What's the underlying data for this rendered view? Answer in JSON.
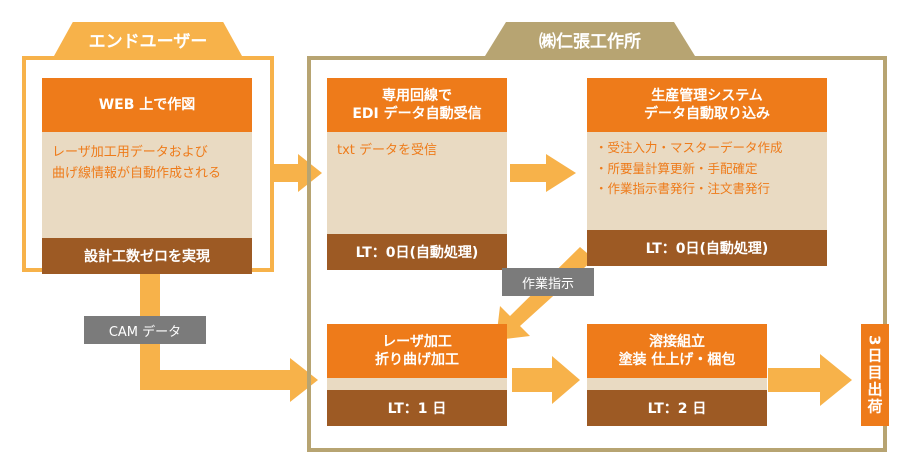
{
  "colors": {
    "orange": "#EE7B1A",
    "light_orange": "#F7B24A",
    "brown": "#9D5A24",
    "beige": "#E9DAC2",
    "khaki": "#B7A472",
    "gray": "#7B7B7B"
  },
  "sections": {
    "end_user": "エンドユーザー",
    "company": "㈱仁張工作所"
  },
  "boxes": {
    "web": {
      "title": "WEB 上で作図",
      "body": "レーザ加工用データおよび\n曲げ線情報が自動作成される",
      "footer": "設計工数ゼロを実現"
    },
    "edi": {
      "title": "専用回線で\nEDI データ自動受信",
      "body": "txt データを受信",
      "footer": "LT：0日(自動処理)"
    },
    "prod": {
      "title": "生産管理システム\nデータ自動取り込み",
      "body": "・受注入力・マスターデータ作成\n・所要量計算更新・手配確定\n・作業指示書発行・注文書発行",
      "footer": "LT：0日(自動処理)"
    },
    "laser": {
      "title": "レーザ加工\n折り曲げ加工",
      "footer": "LT：1 日"
    },
    "weld": {
      "title": "溶接組立\n塗装 仕上げ・梱包",
      "footer": "LT：2 日"
    }
  },
  "labels": {
    "cam": "CAM データ",
    "work_order": "作業指示"
  },
  "final": "3日目出荷"
}
